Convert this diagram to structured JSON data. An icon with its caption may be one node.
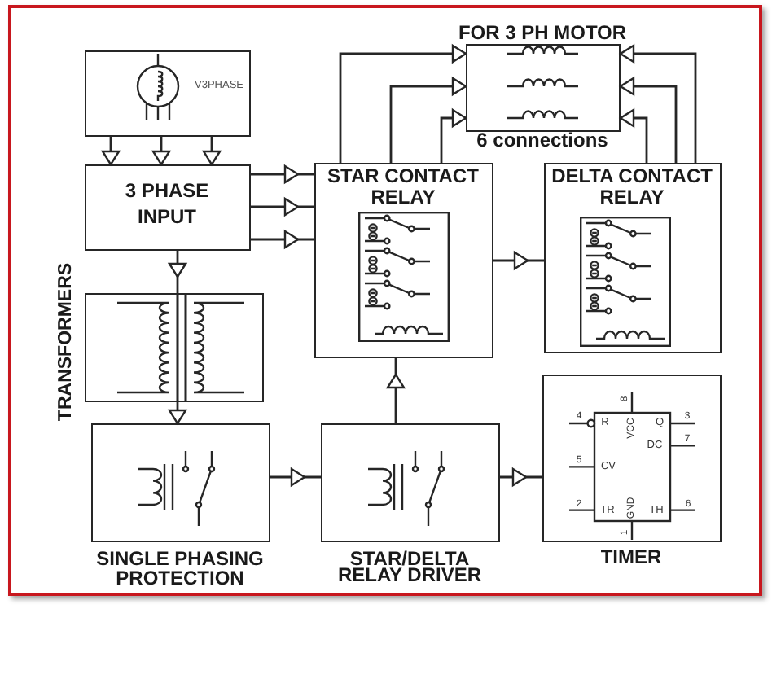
{
  "diagram": {
    "nodes": [
      {
        "text": [
          "V3PHASE"
        ]
      },
      {
        "text": [
          "3 PHASE INPUT"
        ]
      },
      {
        "text": [
          "FOR 3 PH MOTOR"
        ],
        "beside": [
          "6 connections"
        ]
      },
      {
        "text": [
          "STAR CONTACT RELAY"
        ]
      },
      {
        "text": [
          "DELTA CONTACT RELAY"
        ]
      },
      {
        "text": [
          "TRANSFORMERS"
        ]
      },
      {
        "text": [
          "SINGLE PHASING PROTECTION"
        ]
      },
      {
        "text": [
          "STAR/DELTA RELAY DRIVER"
        ]
      },
      {
        "text": [
          "TIMER"
        ]
      }
    ],
    "edges": [
      {
        "from": 0,
        "to": 1,
        "arrow": "to"
      },
      {
        "from": 0,
        "to": 1,
        "arrow": "to"
      },
      {
        "from": 0,
        "to": 1,
        "arrow": "to"
      },
      {
        "from": 1,
        "to": 3,
        "arrow": "to"
      },
      {
        "from": 1,
        "to": 3,
        "arrow": "to"
      },
      {
        "from": 1,
        "to": 3,
        "arrow": "to"
      },
      {
        "from": 1,
        "to": 5,
        "arrow": "to"
      },
      {
        "from": 5,
        "to": 6,
        "arrow": "to"
      },
      {
        "from": 6,
        "to": 7,
        "arrow": "to"
      },
      {
        "from": 7,
        "to": 3,
        "arrow": "to"
      },
      {
        "from": 7,
        "to": 8,
        "arrow": "to"
      },
      {
        "from": 3,
        "to": 4,
        "arrow": "to"
      },
      {
        "from": 3,
        "to": 2,
        "arrow": "to"
      },
      {
        "from": 3,
        "to": 2,
        "arrow": "to"
      },
      {
        "from": 3,
        "to": 2,
        "arrow": "to"
      },
      {
        "from": 4,
        "to": 2,
        "arrow": "to"
      },
      {
        "from": 4,
        "to": 2,
        "arrow": "to"
      },
      {
        "from": 4,
        "to": 2,
        "arrow": "to"
      }
    ],
    "labels": [
      "8",
      "4",
      "R",
      "VCC",
      "Q",
      "3",
      "DC",
      "7",
      "5",
      "CV",
      "2",
      "TR",
      "GND",
      "TH",
      "6",
      "1"
    ]
  }
}
